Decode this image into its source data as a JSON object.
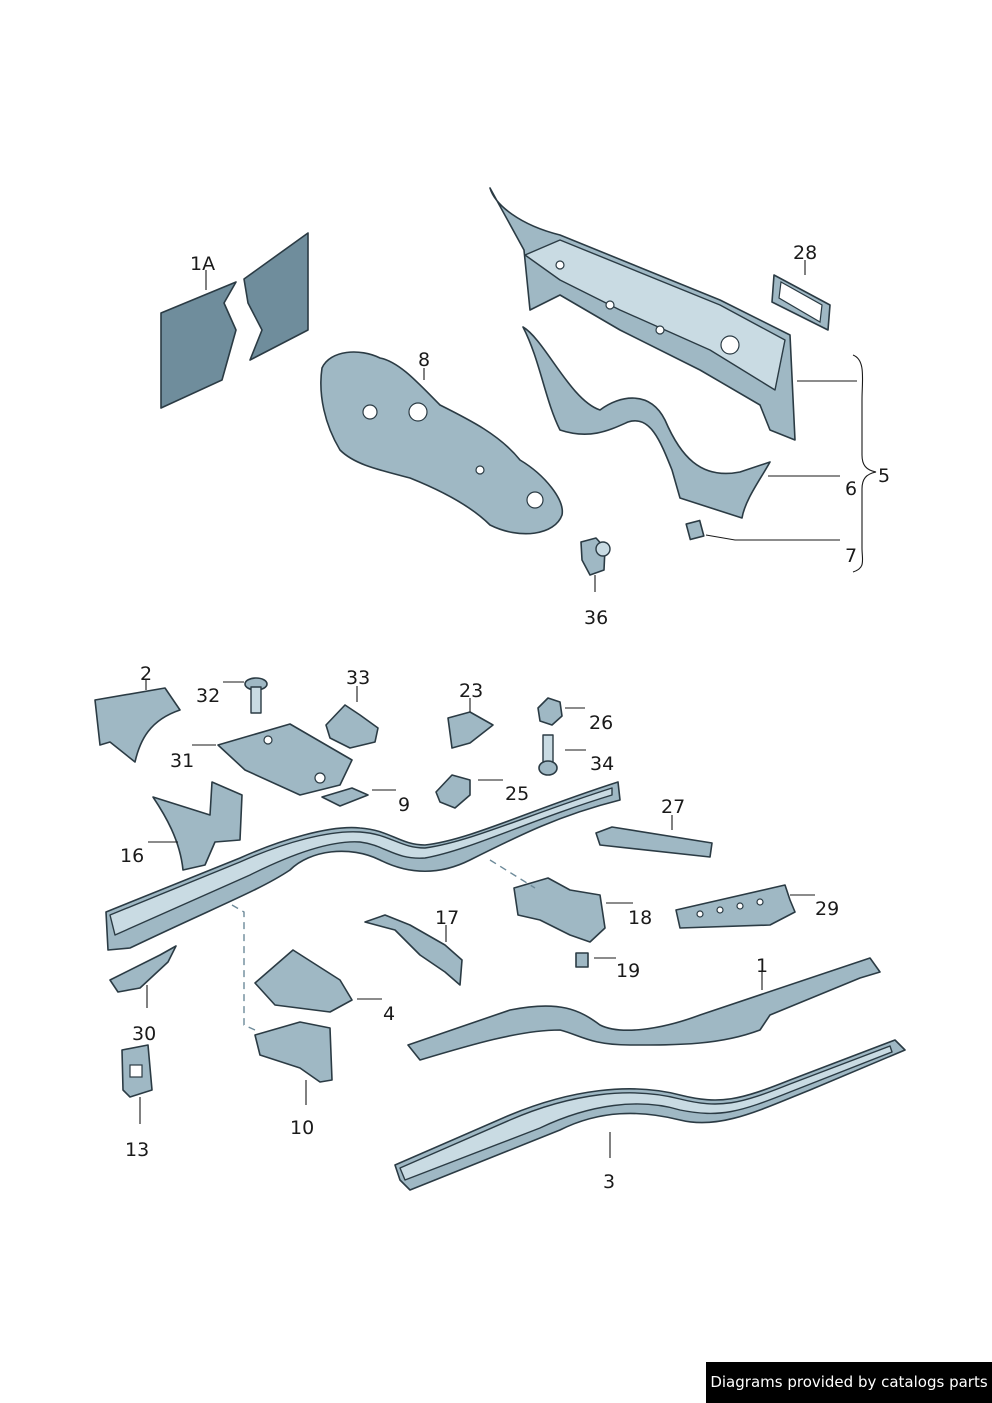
{
  "callouts": {
    "c1A": "1A",
    "c8": "8",
    "c28": "28",
    "c5": "5",
    "c6": "6",
    "c7": "7",
    "c36": "36",
    "c2": "2",
    "c32": "32",
    "c33": "33",
    "c23": "23",
    "c26": "26",
    "c31": "31",
    "c34": "34",
    "c9": "9",
    "c25": "25",
    "c27": "27",
    "c16": "16",
    "c18": "18",
    "c29": "29",
    "c17": "17",
    "c19": "19",
    "c1": "1",
    "c4": "4",
    "c30": "30",
    "c10": "10",
    "c13": "13",
    "c3": "3"
  },
  "footer": {
    "credit": "Diagrams provided by catalogs parts"
  },
  "colors": {
    "part": "#9fb8c4",
    "outline": "#2b3b44",
    "footer_bg": "#000000"
  }
}
